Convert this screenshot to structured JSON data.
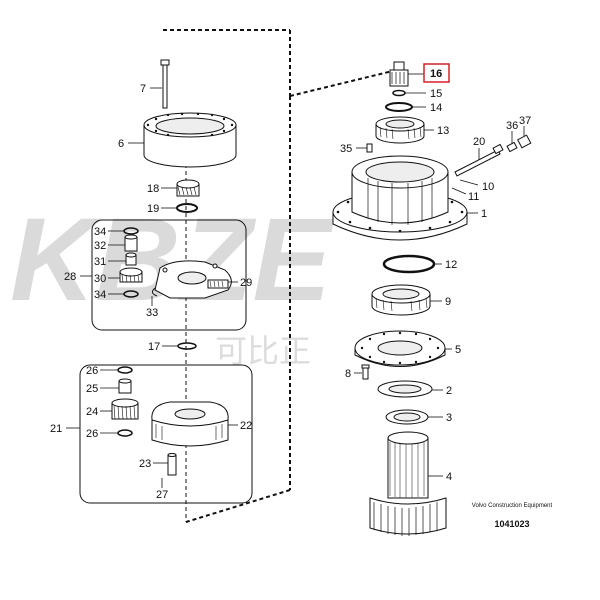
{
  "watermark": {
    "latin": "KBZE",
    "chinese": "可比正"
  },
  "figure": {
    "caption": "Volvo Construction Equipment",
    "doc_number": "1041023",
    "highlighted_part": "16"
  },
  "parts": [
    {
      "id": "p7",
      "label": "7"
    },
    {
      "id": "p6",
      "label": "6"
    },
    {
      "id": "p18",
      "label": "18"
    },
    {
      "id": "p19",
      "label": "19"
    },
    {
      "id": "p34a",
      "label": "34"
    },
    {
      "id": "p32",
      "label": "32"
    },
    {
      "id": "p31",
      "label": "31"
    },
    {
      "id": "p30",
      "label": "30"
    },
    {
      "id": "p34b",
      "label": "34"
    },
    {
      "id": "p28",
      "label": "28"
    },
    {
      "id": "p29",
      "label": "29"
    },
    {
      "id": "p33",
      "label": "33"
    },
    {
      "id": "p17",
      "label": "17"
    },
    {
      "id": "p26a",
      "label": "26"
    },
    {
      "id": "p25",
      "label": "25"
    },
    {
      "id": "p24",
      "label": "24"
    },
    {
      "id": "p26b",
      "label": "26"
    },
    {
      "id": "p21",
      "label": "21"
    },
    {
      "id": "p22",
      "label": "22"
    },
    {
      "id": "p23",
      "label": "23"
    },
    {
      "id": "p27",
      "label": "27"
    },
    {
      "id": "p16",
      "label": "16"
    },
    {
      "id": "p15",
      "label": "15"
    },
    {
      "id": "p14",
      "label": "14"
    },
    {
      "id": "p13",
      "label": "13"
    },
    {
      "id": "p35",
      "label": "35"
    },
    {
      "id": "p20",
      "label": "20"
    },
    {
      "id": "p36",
      "label": "36"
    },
    {
      "id": "p37",
      "label": "37"
    },
    {
      "id": "p10",
      "label": "10"
    },
    {
      "id": "p11",
      "label": "11"
    },
    {
      "id": "p1",
      "label": "1"
    },
    {
      "id": "p12",
      "label": "12"
    },
    {
      "id": "p9",
      "label": "9"
    },
    {
      "id": "p5",
      "label": "5"
    },
    {
      "id": "p8",
      "label": "8"
    },
    {
      "id": "p2",
      "label": "2"
    },
    {
      "id": "p3",
      "label": "3"
    },
    {
      "id": "p4",
      "label": "4"
    }
  ]
}
